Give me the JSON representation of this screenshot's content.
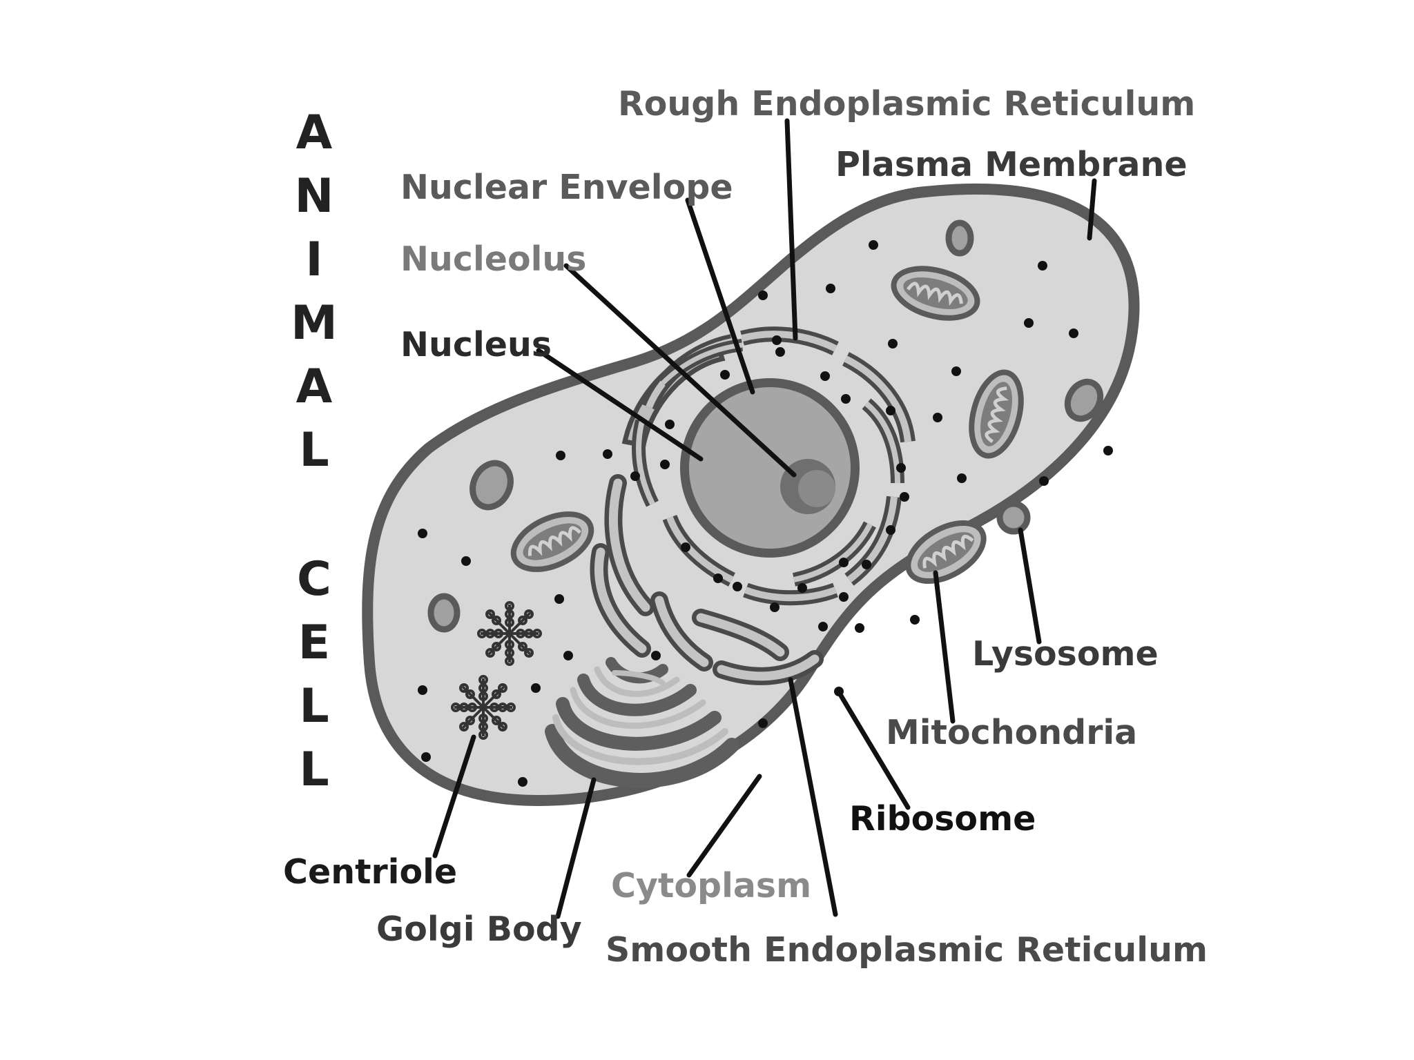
{
  "title_letters": {
    "animal": [
      "A",
      "N",
      "I",
      "M",
      "A",
      "L"
    ],
    "cell": [
      "C",
      "E",
      "L",
      "L"
    ]
  },
  "labels": {
    "rough_er": "Rough Endoplasmic Reticulum",
    "plasma_membrane": "Plasma Membrane",
    "nuclear_envelope": "Nuclear Envelope",
    "nucleolus": "Nucleolus",
    "nucleus": "Nucleus",
    "lysosome": "Lysosome",
    "mitochondria": "Mitochondria",
    "ribosome": "Ribosome",
    "centriole": "Centriole",
    "cytoplasm": "Cytoplasm",
    "golgi_body": "Golgi Body",
    "smooth_er": "Smooth Endoplasmic Reticulum"
  },
  "colors": {
    "cytoplasm_fill": "#d7d7d7",
    "membrane": "#5a5a5a",
    "nucleus_fill": "#a6a6a6",
    "nucleolus_fill": "#6f6f6f",
    "organelle_fill": "#bdbdbd",
    "leader_line": "#111111",
    "dark_label": "#222222",
    "mid_label": "#555555",
    "light_label": "#8a8a8a"
  }
}
